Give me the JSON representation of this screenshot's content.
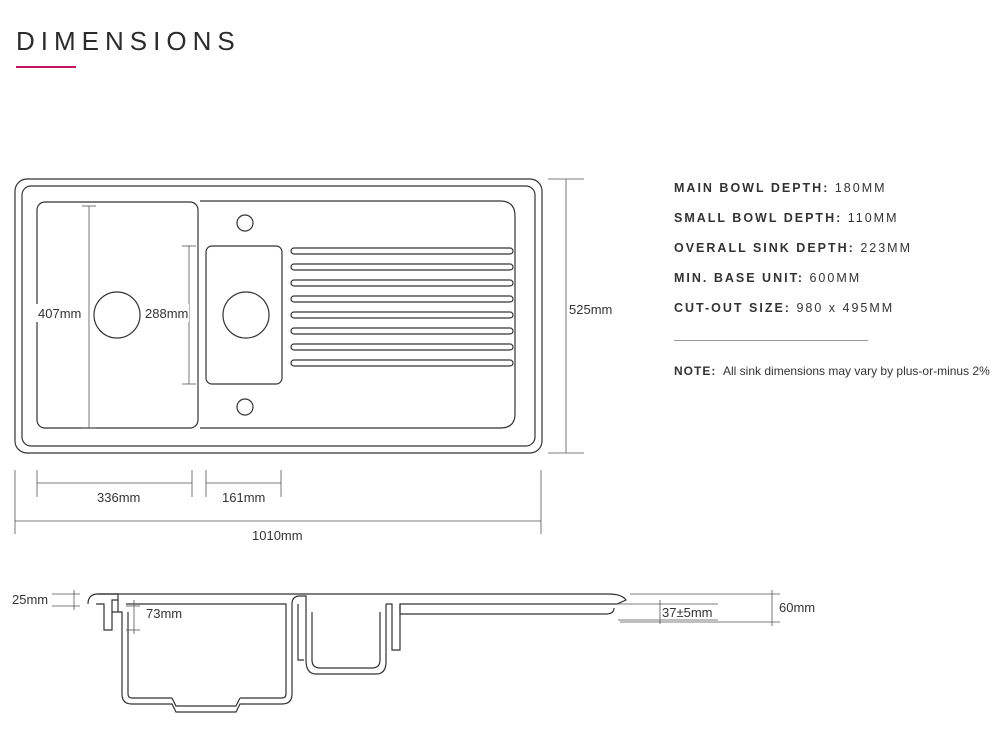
{
  "page": {
    "title": "DIMENSIONS",
    "accent_color": "#c2185b"
  },
  "plan_view": {
    "bowl_height": "407mm",
    "small_bowl_height": "288mm",
    "overall_depth": "525mm",
    "bowl_width": "336mm",
    "small_bowl_width": "161mm",
    "overall_width": "1010mm"
  },
  "side_view": {
    "rim_height": "25mm",
    "inner_depth": "73mm",
    "drainer_height": "37±5mm",
    "total_height": "60mm"
  },
  "specs": [
    {
      "label": "MAIN BOWL DEPTH:",
      "value": "180MM"
    },
    {
      "label": "SMALL BOWL DEPTH:",
      "value": "110MM"
    },
    {
      "label": "OVERALL SINK DEPTH:",
      "value": "223MM"
    },
    {
      "label": "MIN. BASE UNIT:",
      "value": "600MM"
    },
    {
      "label": "CUT-OUT SIZE:",
      "value": "980 x 495MM"
    }
  ],
  "note": {
    "label": "NOTE:",
    "text": "All sink dimensions may vary by plus-or-minus 2%"
  }
}
